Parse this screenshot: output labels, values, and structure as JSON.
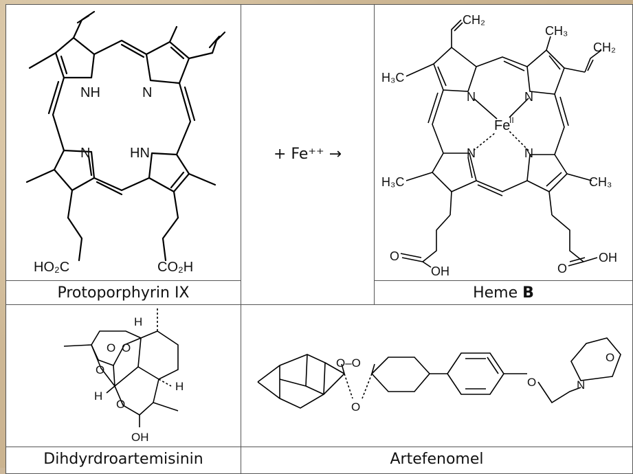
{
  "cells": {
    "protoporphyrin": {
      "caption": "Protoporphyrin IX",
      "labels": {
        "nh_top": "NH",
        "n_top": "N",
        "n_bottom": "N",
        "hn_bottom": "HN",
        "acid_left": "HO₂C",
        "acid_right": "CO₂H"
      }
    },
    "reaction": {
      "text": "+ Fe⁺⁺ →"
    },
    "heme": {
      "caption_prefix": "Heme ",
      "caption_bold": "B",
      "labels": {
        "ch2_top": "CH₂",
        "ch3_top": "CH₃",
        "ch2_right": "CH₂",
        "h3c_left": "H₃C",
        "h3c_bottom": "H₃C",
        "ch3_right": "CH₃",
        "fe": "Fe",
        "fe_sup": "II",
        "n1": "N",
        "n2": "N",
        "n3": "N",
        "n4": "N",
        "o_left": "O",
        "oh_left": "OH",
        "o_right": "O",
        "oh_right": "OH"
      }
    },
    "dha": {
      "caption": "Dihdyrdroartemisinin",
      "labels": {
        "h_top": "H",
        "o1": "O",
        "o2": "O",
        "o3": "O",
        "o4": "O",
        "h_left": "H",
        "h_right": "H",
        "oh": "OH"
      }
    },
    "artefenomel": {
      "caption": "Artefenomel",
      "labels": {
        "o_o": "O–O",
        "o_bottom": "O",
        "o_ether": "O",
        "n": "N",
        "o_morph": "O"
      }
    }
  }
}
